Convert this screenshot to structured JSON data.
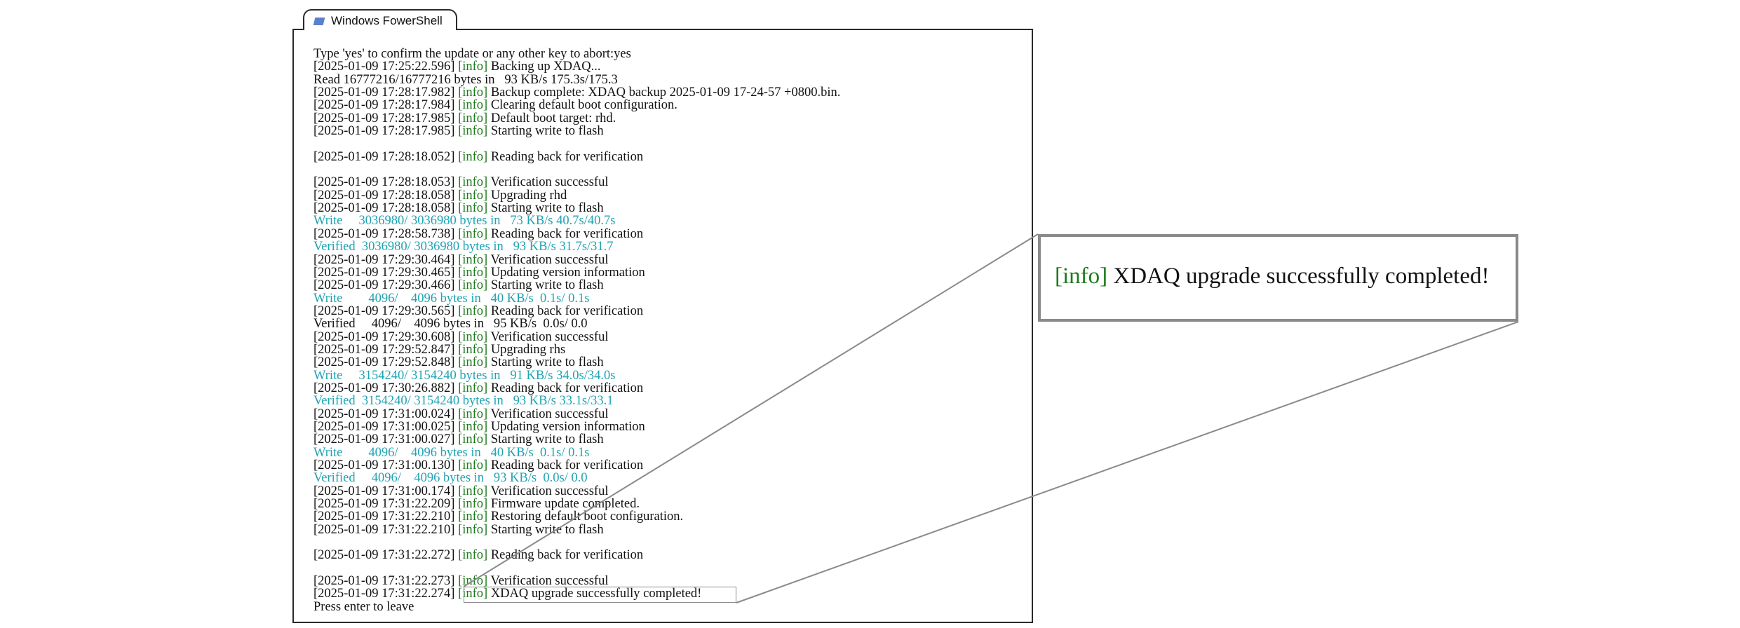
{
  "window": {
    "title": "Windows FowerShell"
  },
  "console": {
    "lines": [
      {
        "style": "default",
        "text": "Type 'yes' to confirm the update or any other key to abort:yes"
      },
      {
        "style": "default",
        "ts": "[2025-01-09 17:25:22.596]",
        "tag": "[info]",
        "msg": "Backing up XDAQ..."
      },
      {
        "style": "default",
        "text": "Read 16777216/16777216 bytes in   93 KB/s 175.3s/175.3"
      },
      {
        "style": "default",
        "ts": "[2025-01-09 17:28:17.982]",
        "tag": "[info]",
        "msg": "Backup complete: XDAQ backup 2025-01-09 17-24-57 +0800.bin."
      },
      {
        "style": "default",
        "ts": "[2025-01-09 17:28:17.984]",
        "tag": "[info]",
        "msg": "Clearing default boot configuration."
      },
      {
        "style": "default",
        "ts": "[2025-01-09 17:28:17.985]",
        "tag": "[info]",
        "msg": "Default boot target: rhd."
      },
      {
        "style": "default",
        "ts": "[2025-01-09 17:28:17.985]",
        "tag": "[info]",
        "msg": "Starting write to flash"
      },
      {
        "style": "default",
        "text": ""
      },
      {
        "style": "default",
        "ts": "[2025-01-09 17:28:18.052]",
        "tag": "[info]",
        "msg": "Reading back for verification"
      },
      {
        "style": "default",
        "text": ""
      },
      {
        "style": "default",
        "ts": "[2025-01-09 17:28:18.053]",
        "tag": "[info]",
        "msg": "Verification successful"
      },
      {
        "style": "default",
        "ts": "[2025-01-09 17:28:18.058]",
        "tag": "[info]",
        "msg": "Upgrading rhd"
      },
      {
        "style": "default",
        "ts": "[2025-01-09 17:28:18.058]",
        "tag": "[info]",
        "msg": "Starting write to flash"
      },
      {
        "style": "cyan",
        "text": "Write     3036980/ 3036980 bytes in   73 KB/s 40.7s/40.7s"
      },
      {
        "style": "default",
        "ts": "[2025-01-09 17:28:58.738]",
        "tag": "[info]",
        "msg": "Reading back for verification"
      },
      {
        "style": "cyan",
        "text": "Verified  3036980/ 3036980 bytes in   93 KB/s 31.7s/31.7"
      },
      {
        "style": "default",
        "ts": "[2025-01-09 17:29:30.464]",
        "tag": "[info]",
        "msg": "Verification successful"
      },
      {
        "style": "default",
        "ts": "[2025-01-09 17:29:30.465]",
        "tag": "[info]",
        "msg": "Updating version information"
      },
      {
        "style": "default",
        "ts": "[2025-01-09 17:29:30.466]",
        "tag": "[info]",
        "msg": "Starting write to flash"
      },
      {
        "style": "cyan",
        "text": "Write        4096/    4096 bytes in   40 KB/s  0.1s/ 0.1s"
      },
      {
        "style": "default",
        "ts": "[2025-01-09 17:29:30.565]",
        "tag": "[info]",
        "msg": "Reading back for verification"
      },
      {
        "style": "default",
        "text": "Verified     4096/    4096 bytes in   95 KB/s  0.0s/ 0.0"
      },
      {
        "style": "default",
        "ts": "[2025-01-09 17:29:30.608]",
        "tag": "[info]",
        "msg": "Verification successful"
      },
      {
        "style": "default",
        "ts": "[2025-01-09 17:29:52.847]",
        "tag": "[info]",
        "msg": "Upgrading rhs"
      },
      {
        "style": "default",
        "ts": "[2025-01-09 17:29:52.848]",
        "tag": "[info]",
        "msg": "Starting write to flash"
      },
      {
        "style": "cyan",
        "text": "Write     3154240/ 3154240 bytes in   91 KB/s 34.0s/34.0s"
      },
      {
        "style": "default",
        "ts": "[2025-01-09 17:30:26.882]",
        "tag": "[info]",
        "msg": "Reading back for verification"
      },
      {
        "style": "cyan",
        "text": "Verified  3154240/ 3154240 bytes in   93 KB/s 33.1s/33.1"
      },
      {
        "style": "default",
        "ts": "[2025-01-09 17:31:00.024]",
        "tag": "[info]",
        "msg": "Verification successful"
      },
      {
        "style": "default",
        "ts": "[2025-01-09 17:31:00.025]",
        "tag": "[info]",
        "msg": "Updating version information"
      },
      {
        "style": "default",
        "ts": "[2025-01-09 17:31:00.027]",
        "tag": "[info]",
        "msg": "Starting write to flash"
      },
      {
        "style": "cyan",
        "text": "Write        4096/    4096 bytes in   40 KB/s  0.1s/ 0.1s"
      },
      {
        "style": "default",
        "ts": "[2025-01-09 17:31:00.130]",
        "tag": "[info]",
        "msg": "Reading back for verification"
      },
      {
        "style": "cyan",
        "text": "Verified     4096/    4096 bytes in   93 KB/s  0.0s/ 0.0"
      },
      {
        "style": "default",
        "ts": "[2025-01-09 17:31:00.174]",
        "tag": "[info]",
        "msg": "Verification successful"
      },
      {
        "style": "default",
        "ts": "[2025-01-09 17:31:22.209]",
        "tag": "[info]",
        "msg": "Firmware update completed."
      },
      {
        "style": "default",
        "ts": "[2025-01-09 17:31:22.210]",
        "tag": "[info]",
        "msg": "Restoring default boot configuration."
      },
      {
        "style": "default",
        "ts": "[2025-01-09 17:31:22.210]",
        "tag": "[info]",
        "msg": "Starting write to flash"
      },
      {
        "style": "default",
        "text": ""
      },
      {
        "style": "default",
        "ts": "[2025-01-09 17:31:22.272]",
        "tag": "[info]",
        "msg": "Reading back for verification"
      },
      {
        "style": "default",
        "text": ""
      },
      {
        "style": "default",
        "ts": "[2025-01-09 17:31:22.273]",
        "tag": "[info]",
        "msg": "Verification successful"
      },
      {
        "style": "default",
        "ts": "[2025-01-09 17:31:22.274]",
        "tag": "[info]",
        "msg": "XDAQ upgrade successfully completed!"
      },
      {
        "style": "default",
        "text": "Press enter to leave"
      }
    ]
  },
  "zoom": {
    "tag": "[info]",
    "msg": "XDAQ upgrade successfully completed!"
  },
  "colors": {
    "info_tag": "#1d7a1d",
    "progress_text": "#1fa3b3",
    "frame": "#2a2a2a",
    "callout": "#8a8a8a",
    "icon": "#5b7fd0"
  },
  "icons": {
    "tab": "powershell-icon"
  }
}
